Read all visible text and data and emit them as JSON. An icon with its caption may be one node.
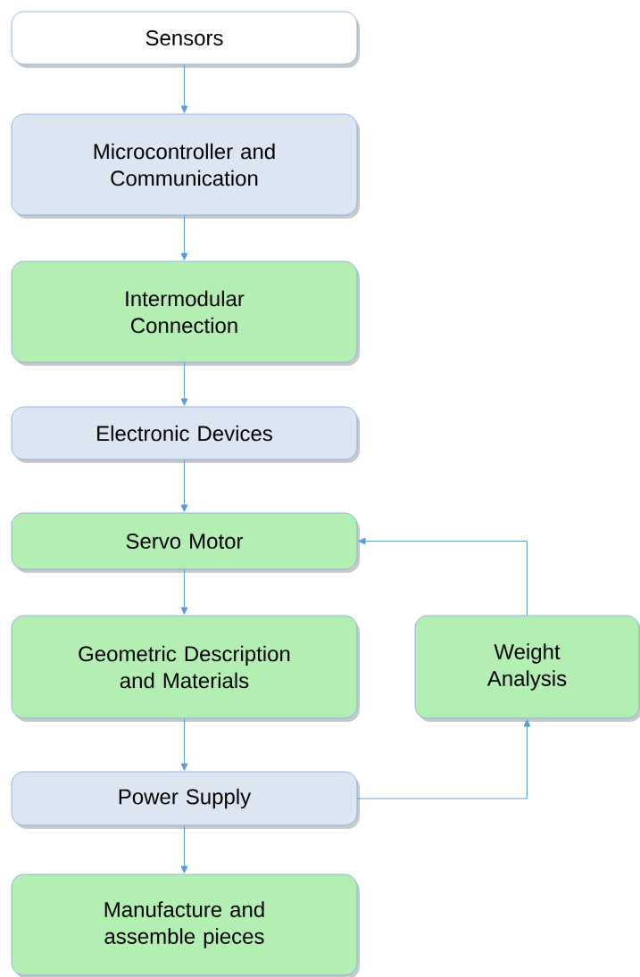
{
  "diagram": {
    "nodes": [
      {
        "text": [
          "Sensors"
        ]
      },
      {
        "text": [
          "Microcontroller and Communication"
        ]
      },
      {
        "text": [
          "Intermodular Connection"
        ]
      },
      {
        "text": [
          "Electronic Devices"
        ]
      },
      {
        "text": [
          "Servo Motor"
        ]
      },
      {
        "text": [
          "Geometric Description and Materials"
        ]
      },
      {
        "text": [
          "Weight Analysis"
        ]
      },
      {
        "text": [
          "Power Supply"
        ]
      },
      {
        "text": [
          "Manufacture and assemble pieces"
        ]
      }
    ],
    "edges": [
      {
        "from": 0,
        "to": 1,
        "arrow": "to"
      },
      {
        "from": 1,
        "to": 2,
        "arrow": "to"
      },
      {
        "from": 2,
        "to": 3,
        "arrow": "to"
      },
      {
        "from": 3,
        "to": 4,
        "arrow": "to"
      },
      {
        "from": 4,
        "to": 5,
        "arrow": "to"
      },
      {
        "from": 6,
        "to": 4,
        "arrow": "to"
      },
      {
        "from": 5,
        "to": 7,
        "arrow": "to"
      },
      {
        "from": 7,
        "to": 6,
        "arrow": "to"
      },
      {
        "from": 7,
        "to": 8,
        "arrow": "to"
      }
    ]
  }
}
